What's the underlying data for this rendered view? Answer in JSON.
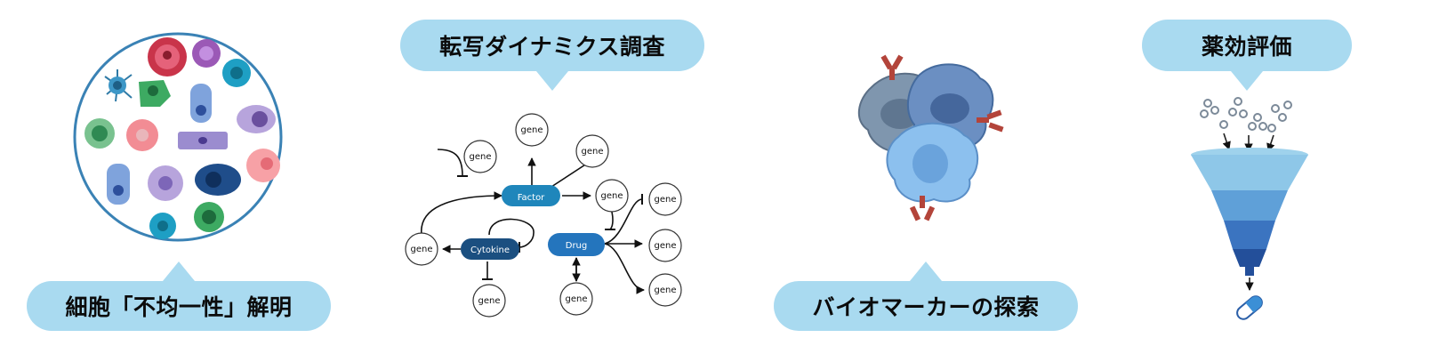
{
  "panels": {
    "cell_heterogeneity": {
      "label": "細胞「不均一性」解明"
    },
    "transcription_dynamics": {
      "label": "転写ダイナミクス調査",
      "nodes": {
        "factor": "Factor",
        "cytokine": "Cytokine",
        "drug": "Drug",
        "gene": "gene"
      }
    },
    "biomarker": {
      "label": "バイオマーカーの探索"
    },
    "drug_efficacy": {
      "label": "薬効評価"
    }
  },
  "colors": {
    "bubble": "#a9daf0",
    "circle_border": "#3a82b5",
    "factor_node": "#1f86bb",
    "cytokine_node": "#1b4f80",
    "drug_node": "#2475bd",
    "antibody": "#b3443a"
  },
  "icons": [
    "cell-circle-icon",
    "gene-network-icon",
    "immune-cell-cluster-icon",
    "drug-funnel-icon",
    "capsule-icon"
  ]
}
